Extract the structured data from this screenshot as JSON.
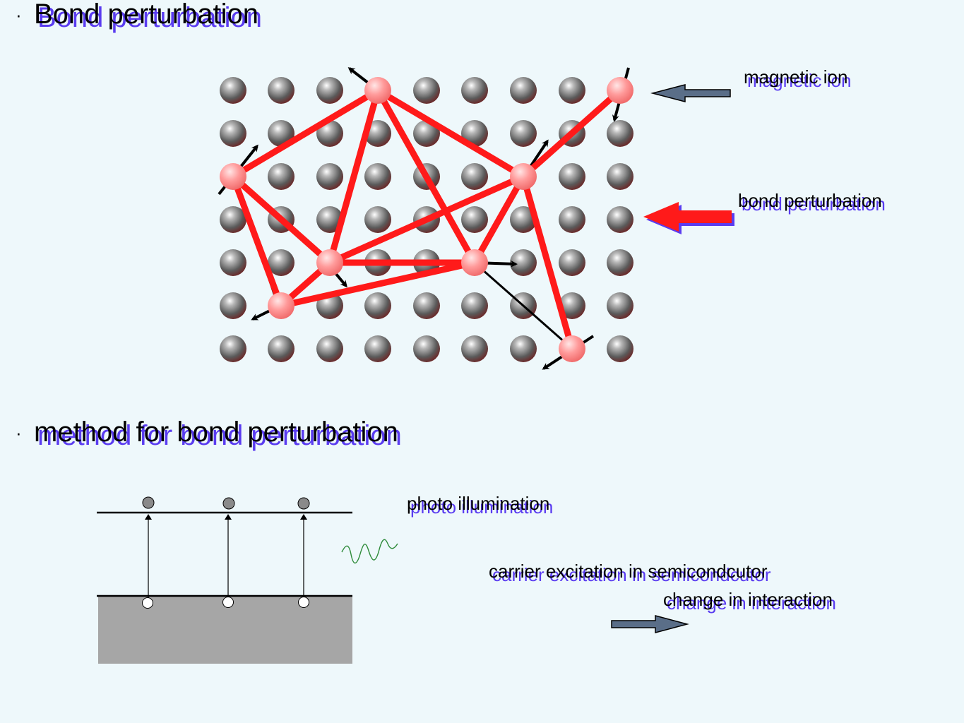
{
  "section1": {
    "bullet": "·",
    "title": "Bond perturbation"
  },
  "section2": {
    "bullet": "·",
    "title": "method for bond perturbation"
  },
  "labels": {
    "magnetic_ion": "magnetic ion",
    "bond_perturbation": "bond perturbation",
    "photo_illumination": "photo illumination",
    "carrier_excitation": "carrier excitation  in semicondcutor",
    "change_interaction": "change in interaction"
  },
  "colors": {
    "background": "#eef8fb",
    "bond": "#ff1a1a",
    "text_shadow": "#5a3cf0",
    "arrow_gray": "#5a6e88",
    "lattice_atom": "#6a6a6a",
    "magnetic_atom": "#ff8080",
    "wave": "#2e8b3a",
    "semiconductor": "#a6a6a6"
  },
  "icons": {
    "magnetic_arrow": "left-arrow-icon",
    "bond_arrow": "left-arrow-icon",
    "result_arrow": "right-arrow-icon"
  }
}
